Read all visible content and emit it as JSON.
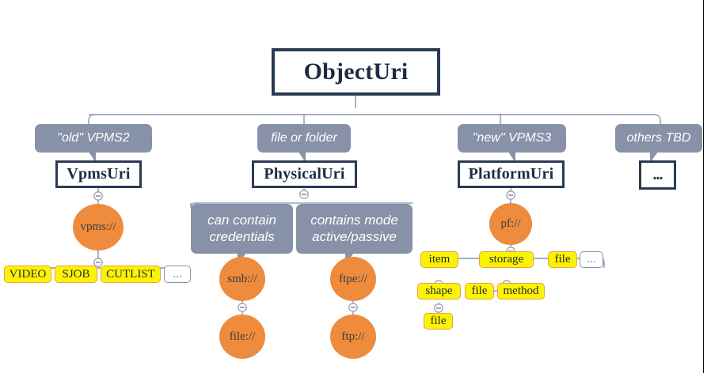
{
  "diagram": {
    "title": "ObjectUri",
    "root": {
      "label": "ObjectUri"
    },
    "branches": [
      {
        "id": "vpms",
        "callout": [
          "\"old\" VPMS2"
        ],
        "class_label": "VpmsUri",
        "scheme": "vpms://",
        "terms": [
          "VIDEO",
          "SJOB",
          "CUTLIST",
          "..."
        ]
      },
      {
        "id": "physical",
        "callout": [
          "file or folder"
        ],
        "class_label": "PhysicalUri",
        "notes": [
          {
            "lines": [
              "can contain",
              "credentials"
            ],
            "scheme": "smb://",
            "child": "file://"
          },
          {
            "lines": [
              "contains mode",
              "active/passive"
            ],
            "scheme": "ftpe://",
            "child": "ftp://"
          }
        ]
      },
      {
        "id": "platform",
        "callout": [
          "\"new\" VPMS3"
        ],
        "class_label": "PlatformUri",
        "scheme": "pf://",
        "terms": [
          "item",
          "storage",
          "file",
          "..."
        ],
        "sub": {
          "item": [
            "shape"
          ],
          "shape": [
            "file"
          ],
          "storage": [
            "file",
            "method"
          ]
        }
      },
      {
        "id": "others",
        "callout": [
          "others TBD"
        ],
        "class_label": "..."
      }
    ],
    "colors": {
      "class_border": "#2b3a55",
      "callout_fill": "#8791a8",
      "ellipse_fill": "#ee8b3c",
      "term_fill": "#fbf305",
      "term_border": "#e8a33d",
      "wire": "#9aa2b4"
    },
    "toggle_icon": "collapse-minus"
  }
}
